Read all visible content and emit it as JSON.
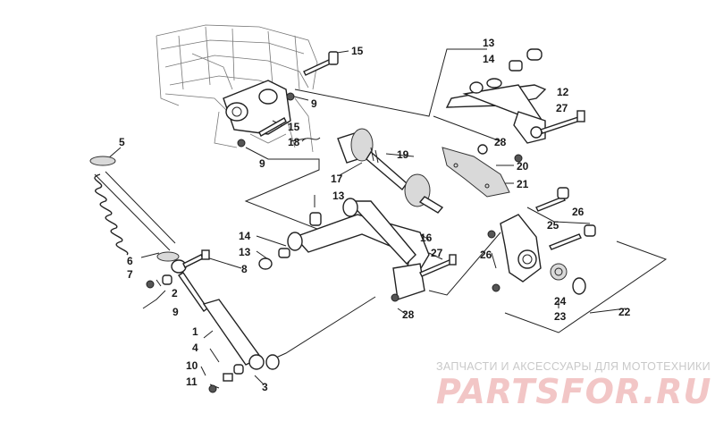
{
  "labels": {
    "p1": "1",
    "p2": "2",
    "p3": "3",
    "p4": "4",
    "p5": "5",
    "p6": "6",
    "p7": "7",
    "p8": "8",
    "p9a": "9",
    "p9b": "9",
    "p9c": "9",
    "p10": "10",
    "p11": "11",
    "p12": "12",
    "p13a": "13",
    "p13b": "13",
    "p13c": "13",
    "p14a": "14",
    "p14b": "14",
    "p15a": "15",
    "p15b": "15",
    "p16": "16",
    "p17": "17",
    "p18": "18",
    "p19": "19",
    "p20": "20",
    "p21": "21",
    "p22": "22",
    "p23": "23",
    "p24": "24",
    "p25": "25",
    "p26a": "26",
    "p26b": "26",
    "p27a": "27",
    "p27b": "27",
    "p28a": "28",
    "p28b": "28"
  },
  "watermark": {
    "tagline": "ЗАПЧАСТИ И АКСЕССУАРЫ ДЛЯ МОТОТЕХНИКИ",
    "brand": "PARTSFOR.RU"
  }
}
